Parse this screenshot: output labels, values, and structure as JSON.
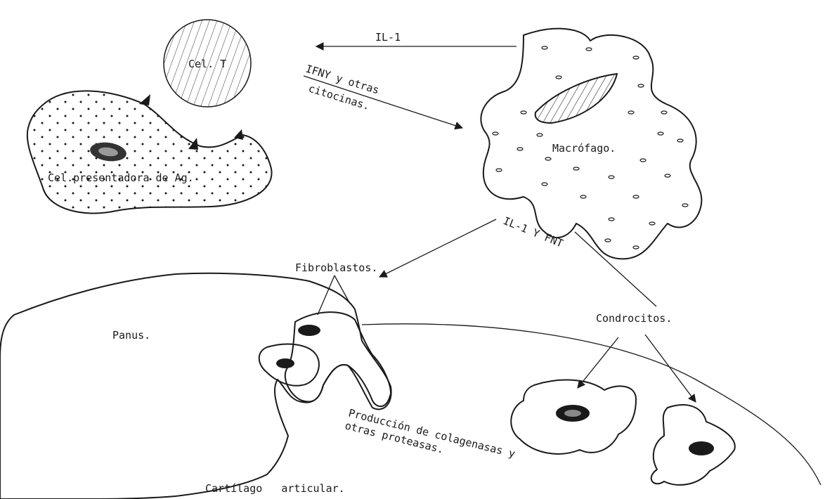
{
  "labels": {
    "t_cell": "Cel. T",
    "apc": "Cel.presentadora de Ag.",
    "il1_top": "IL-1",
    "ifn_line1": "IFNY y otras",
    "ifn_line2": "citocinas.",
    "macrophage": "Macrófago.",
    "il1_fnt": "IL-1 Y FNT",
    "fibroblasts": "Fibroblastos.",
    "panus": "Panus.",
    "chondrocytes": "Condrocitos.",
    "production_line1": "Producción de colagenasas y",
    "production_line2": "otras proteasas.",
    "cartilage": "Cartílago   articular."
  }
}
